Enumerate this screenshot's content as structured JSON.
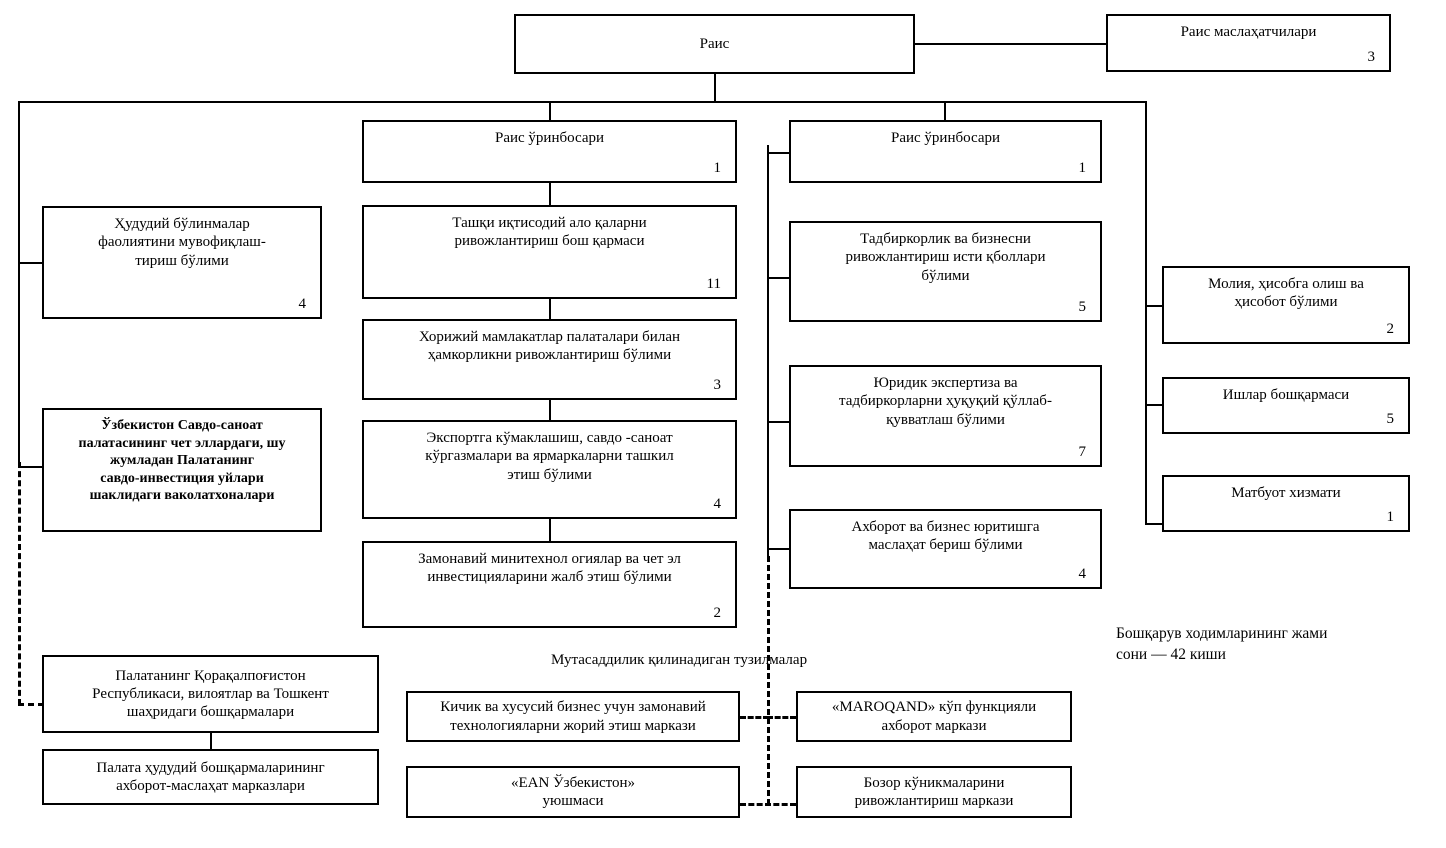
{
  "meta": {
    "diagram_title": "Ozbekiston Savdo-sanoat palatasi boshqaruv tuzilmasi"
  },
  "nodes": {
    "chairman": {
      "title": "Раис",
      "count": ""
    },
    "chairman_advisors": {
      "title": "Раис маслаҳатчилари",
      "count": "3"
    },
    "deputy_center": {
      "title": "Раис ўринбосари",
      "count": "1"
    },
    "deputy_right": {
      "title": "Раис ўринбосари",
      "count": "1"
    },
    "regional_coord": {
      "title": "Ҳудудий бўлинмалар\nфаолиятини мувофиқлаш-\nтириш бўлими",
      "count": "4"
    },
    "foreign_reps": {
      "title": "Ўзбекистон Савдо-саноат\nпалатасининг чет эллардаги, шу\nжумладан Палатанинг\nсавдо-инвестиция уйлари\nшаклидаги ваколатхоналари",
      "count": ""
    },
    "foreign_econ_dept": {
      "title": "Ташқи иқтисодий ало қаларни\nривожлантириш бош қармаси",
      "count": "11"
    },
    "foreign_chambers": {
      "title": "Хорижий мамлакатлар палаталари билан\nҳамкорликни ривожлантириш бўлими",
      "count": "3"
    },
    "export_support": {
      "title": "Экспортга кўмаклашиш, савдо -саноат\nкўргазмалари ва ярмаркаларни ташкил\nэтиш бўлими",
      "count": "4"
    },
    "minitech": {
      "title": "Замонавий минитехнол огиялар ва чет эл\nинвестицияларини жалб этиш бўлими",
      "count": "2"
    },
    "entrepreneurship": {
      "title": "Тадбиркорлик ва бизнесни\nривожлантириш исти қболлари\nбўлими",
      "count": "5"
    },
    "legal_expertise": {
      "title": "Юридик экспертиза ва\nтадбиркорларни ҳуқуқий қўллаб-\nқувватлаш бўлими",
      "count": "7"
    },
    "info_business": {
      "title": "Ахборот ва бизнес юритишга\nмаслаҳат бериш бўлими",
      "count": "4"
    },
    "finance": {
      "title": "Молия, ҳисобга олиш ва\nҳисобот бўлими",
      "count": "2"
    },
    "affairs_dept": {
      "title": "Ишлар бошқармаси",
      "count": "5"
    },
    "press_service": {
      "title": "Матбуот хизмати",
      "count": "1"
    },
    "regional_offices": {
      "title": "Палатанинг Қорақалпоғистон\nРеспубликаси, вилоятлар ва Тошкент\nшаҳридаги бошқармалари",
      "count": ""
    },
    "regional_info_centers": {
      "title": "Палата ҳудудий бошқармаларининг\nахборот-маслаҳат  марказлари",
      "count": ""
    },
    "small_business_center": {
      "title": "Кичик ва хусусий бизнес учун замонавий\nтехнологияларни жорий этиш маркази",
      "count": ""
    },
    "ean_uzbekistan": {
      "title": "«EAN Ўзбекистон»\nуюшмаси",
      "count": ""
    },
    "maroqand": {
      "title": "«MAROQAND» кўп функцияли\nахборот маркази",
      "count": ""
    },
    "market_skills_center": {
      "title": "Бозор кўникмаларини\nривожлантириш маркази",
      "count": ""
    }
  },
  "labels": {
    "subordinate_structures": "Мутасаддилик  қилинадиган тузилмалар",
    "total_staff": "Бошқарув ходимларининг жами\nсони — 42 киши"
  },
  "style": {
    "line_color": "#000000",
    "box_border": "#000000",
    "background": "#ffffff"
  }
}
